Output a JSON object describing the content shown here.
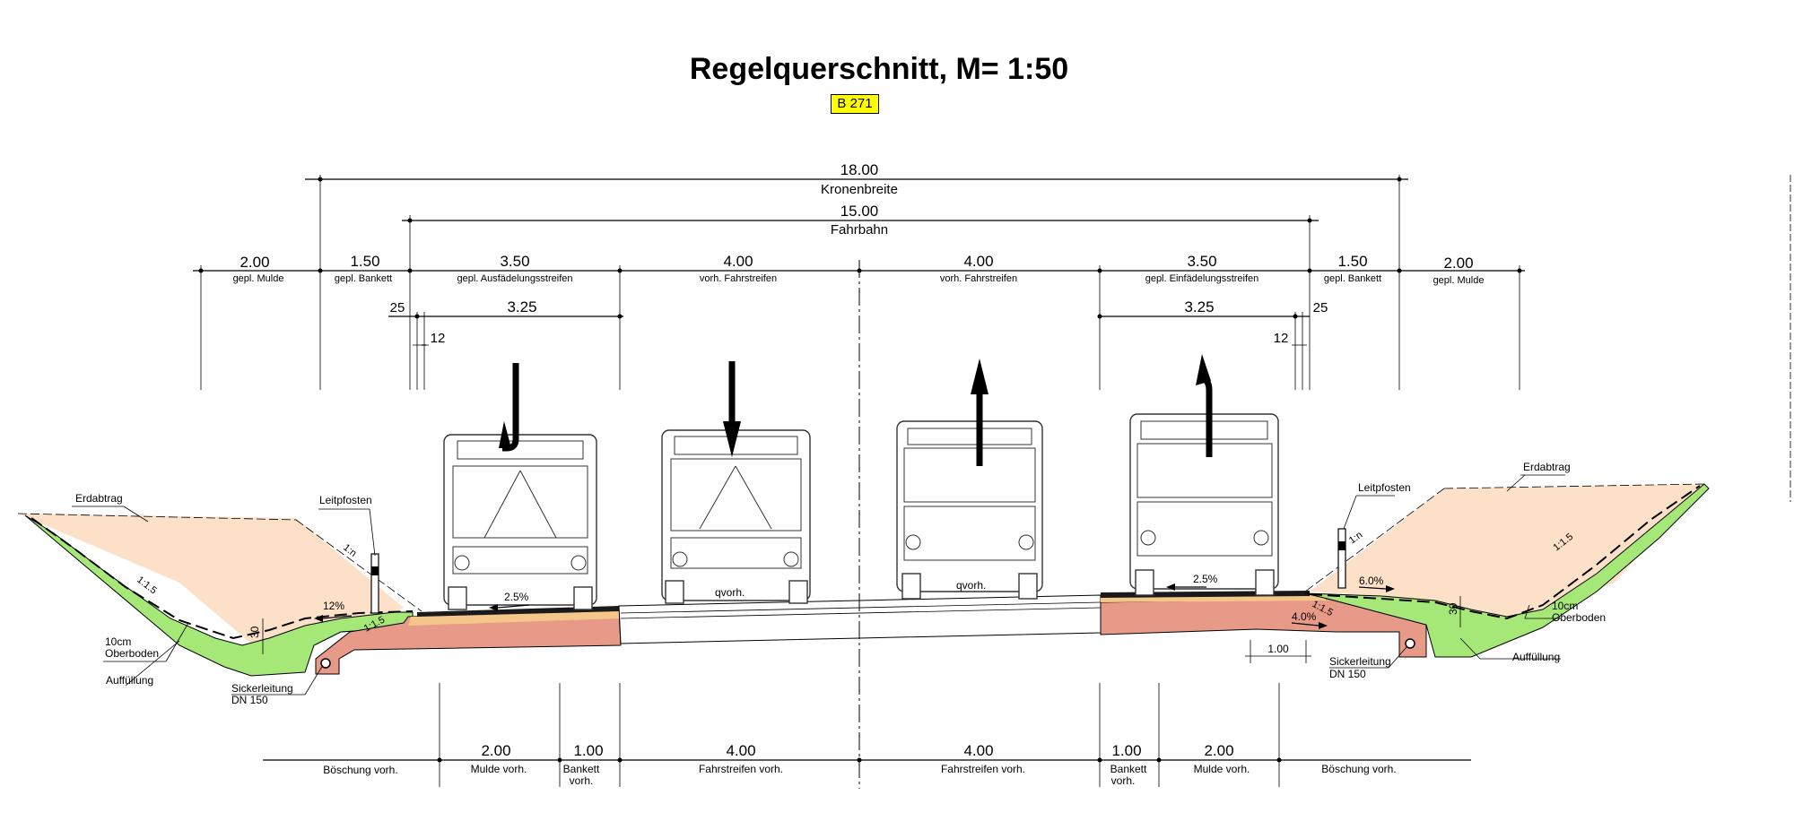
{
  "title": "Regelquerschnitt, M= 1:50",
  "road_badge": "B 271",
  "dimensions_top": {
    "total": {
      "value": "18.00",
      "label": "Kronenbreite"
    },
    "carriageway": {
      "value": "15.00",
      "label": "Fahrbahn"
    },
    "segments": [
      {
        "value": "2.00",
        "label": "gepl. Mulde"
      },
      {
        "value": "1.50",
        "label": "gepl. Bankett"
      },
      {
        "value": "3.50",
        "label": "gepl. Ausfädelungsstreifen"
      },
      {
        "value": "4.00",
        "label": "vorh. Fahrstreifen"
      },
      {
        "value": "4.00",
        "label": "vorh. Fahrstreifen"
      },
      {
        "value": "3.50",
        "label": "gepl. Einfädelungsstreifen"
      },
      {
        "value": "1.50",
        "label": "gepl. Bankett"
      },
      {
        "value": "2.00",
        "label": "gepl. Mulde"
      }
    ],
    "sub_left": {
      "v25": "25",
      "v325": "3.25",
      "v12": "12"
    },
    "sub_right": {
      "v25": "25",
      "v325": "3.25",
      "v12": "12"
    }
  },
  "dimensions_bottom": [
    {
      "value": "",
      "label": "Böschung vorh.",
      "label2": ""
    },
    {
      "value": "2.00",
      "label": "Mulde vorh.",
      "label2": ""
    },
    {
      "value": "1.00",
      "label": "Bankett",
      "label2": "vorh."
    },
    {
      "value": "4.00",
      "label": "Fahrstreifen vorh.",
      "label2": ""
    },
    {
      "value": "4.00",
      "label": "Fahrstreifen vorh.",
      "label2": ""
    },
    {
      "value": "1.00",
      "label": "Bankett",
      "label2": "vorh."
    },
    {
      "value": "2.00",
      "label": "Mulde vorh.",
      "label2": ""
    },
    {
      "value": "",
      "label": "Böschung vorh.",
      "label2": ""
    }
  ],
  "annotations": {
    "erdabtrag_left": "Erdabtrag",
    "erdabtrag_right": "Erdabtrag",
    "leitpfosten_left": "Leitpfosten",
    "leitpfosten_right": "Leitpfosten",
    "oberboden_left_1": "10cm",
    "oberboden_left_2": "Oberboden",
    "oberboden_right_1": "10cm",
    "oberboden_right_2": "Oberboden",
    "auffuellung_left": "Auffüllung",
    "auffuellung_right": "Auffüllung",
    "sicker_left_1": "Sickerleitung",
    "sicker_left_2": "DN 150",
    "sicker_right_1": "Sickerleitung",
    "sicker_right_2": "DN 150",
    "slope_12": "12%",
    "slope_25_left": "2.5%",
    "slope_25_right": "2.5%",
    "slope_6": "6.0%",
    "slope_4": "4.0%",
    "qvorh_left": "qvorh.",
    "qvorh_right": "qvorh.",
    "ratio_1n_left": "1:n",
    "ratio_1n_right": "1:n",
    "ratio_115_a": "1:1.5",
    "ratio_115_b": "1:1.5",
    "ratio_115_c": "1:1.5",
    "ratio_115_d": "1:1.5",
    "depth_30_left": "30",
    "depth_30_right": "30",
    "dim_100": "1.00"
  },
  "colors": {
    "cut_fill": "#fde0c8",
    "topsoil": "#a6e878",
    "subbase": "#e89a88",
    "base": "#f5c68a",
    "asphalt": "#1a1a1a",
    "badge": "#ffff00"
  }
}
